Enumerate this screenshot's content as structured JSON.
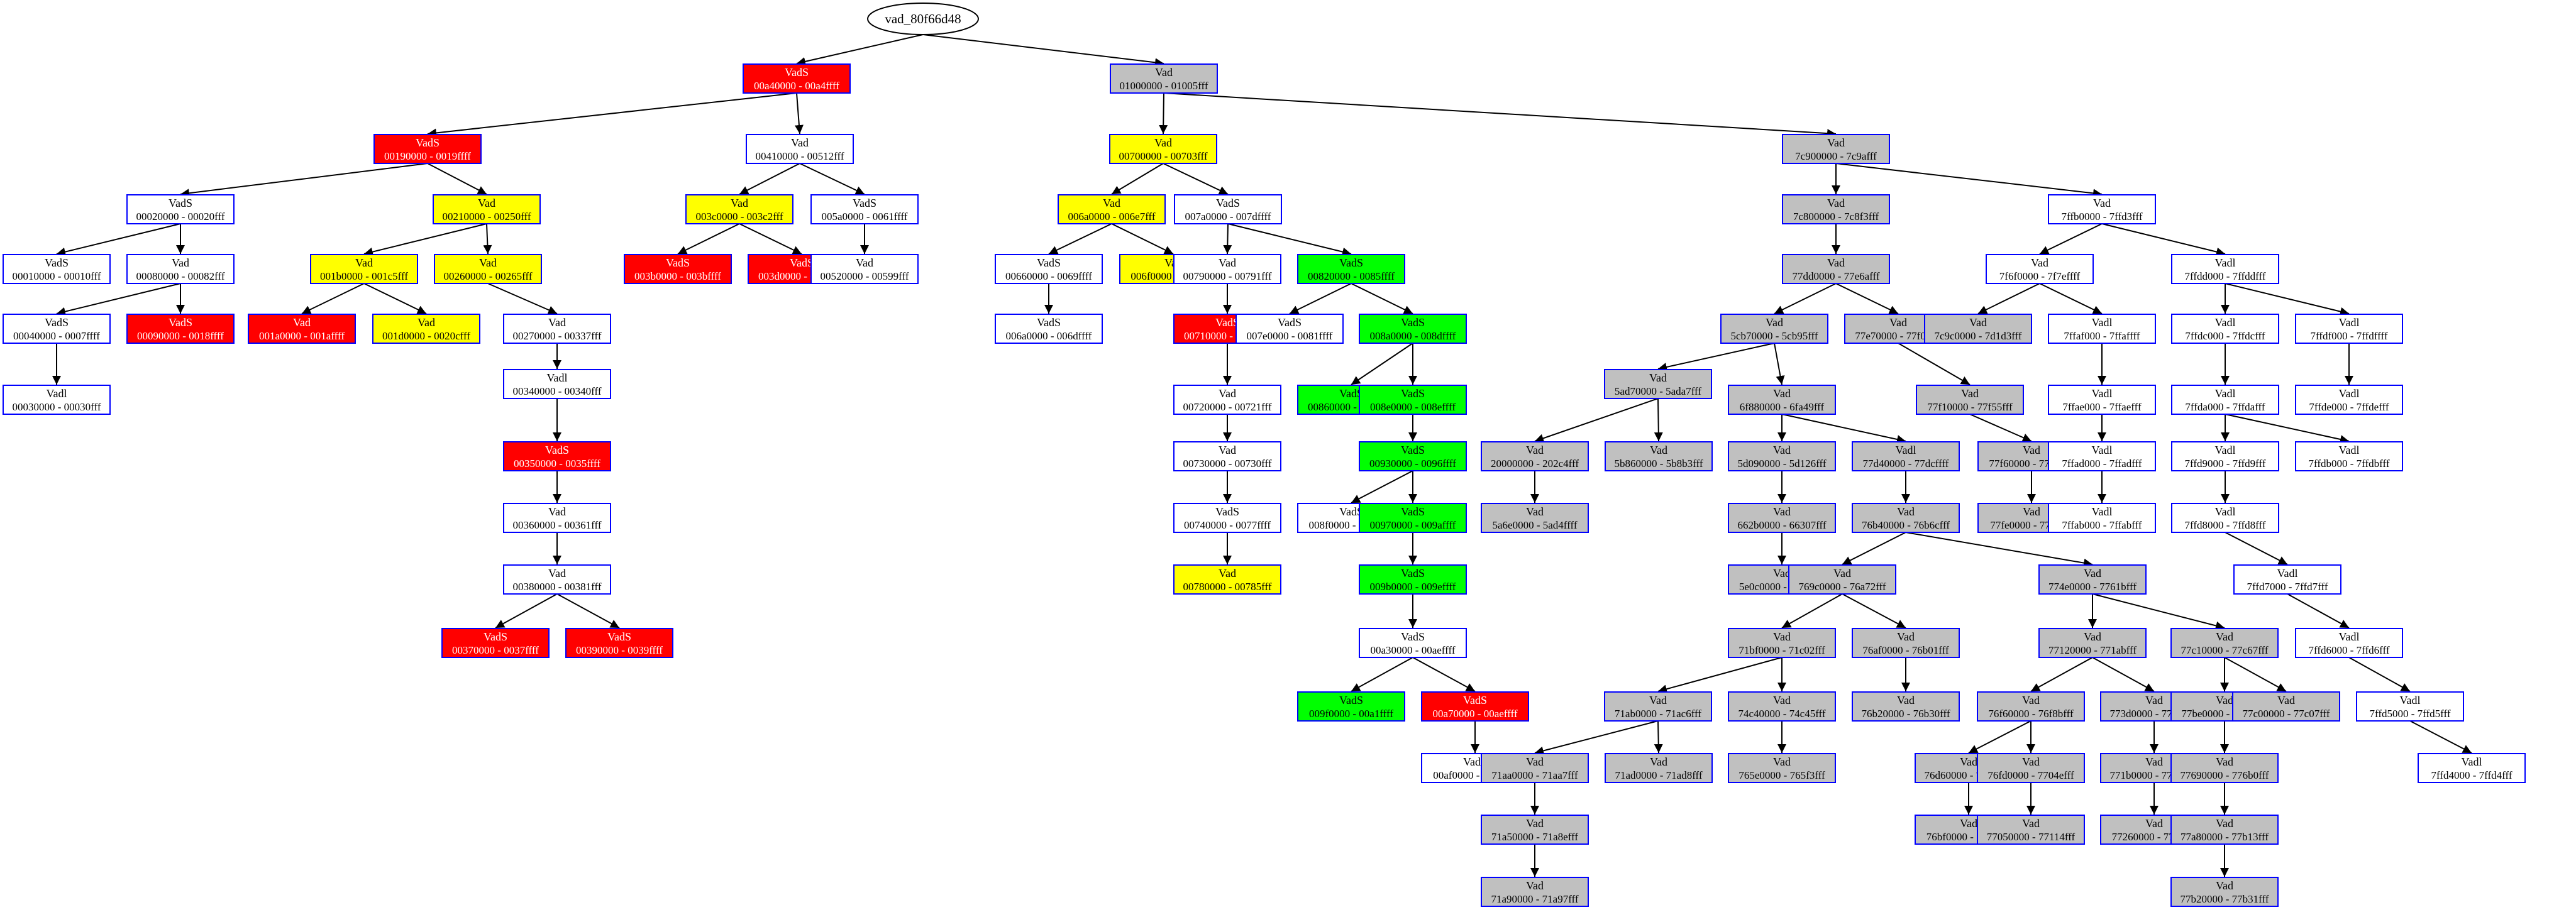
{
  "root": {
    "label": "vad_80f66d48"
  },
  "colors": {
    "border": "#0000ff",
    "edge": "#000000",
    "red": "#ff0000",
    "yellow": "#ffff00",
    "green": "#00ff00",
    "gray": "#c0c0c0",
    "white": "#ffffff"
  },
  "nodes": [
    {
      "id": "n1",
      "type": "VadS",
      "range": "00a40000 - 00a4ffff",
      "fill": "red",
      "parent": "root"
    },
    {
      "id": "n2",
      "type": "Vad",
      "range": "01000000 - 01005fff",
      "fill": "gray",
      "parent": "root"
    },
    {
      "id": "n3",
      "type": "VadS",
      "range": "00190000 - 0019ffff",
      "fill": "red",
      "parent": "n1"
    },
    {
      "id": "n4",
      "type": "Vad",
      "range": "00410000 - 00512fff",
      "fill": "white",
      "parent": "n1"
    },
    {
      "id": "n5",
      "type": "VadS",
      "range": "00020000 - 00020fff",
      "fill": "white",
      "parent": "n3"
    },
    {
      "id": "n6",
      "type": "Vad",
      "range": "00210000 - 00250fff",
      "fill": "yellow",
      "parent": "n3"
    },
    {
      "id": "n7",
      "type": "VadS",
      "range": "00010000 - 00010fff",
      "fill": "white",
      "parent": "n5"
    },
    {
      "id": "n8",
      "type": "Vad",
      "range": "00080000 - 00082fff",
      "fill": "white",
      "parent": "n5"
    },
    {
      "id": "n9",
      "type": "VadS",
      "range": "00040000 - 0007ffff",
      "fill": "white",
      "parent": "n8"
    },
    {
      "id": "n10",
      "type": "VadS",
      "range": "00090000 - 0018ffff",
      "fill": "red",
      "parent": "n8"
    },
    {
      "id": "n11",
      "type": "Vadl",
      "range": "00030000 - 00030fff",
      "fill": "white",
      "parent": "n9"
    },
    {
      "id": "n12",
      "type": "Vad",
      "range": "001b0000 - 001c5fff",
      "fill": "yellow",
      "parent": "n6"
    },
    {
      "id": "n13",
      "type": "Vad",
      "range": "00260000 - 00265fff",
      "fill": "yellow",
      "parent": "n6"
    },
    {
      "id": "n14",
      "type": "Vad",
      "range": "001a0000 - 001affff",
      "fill": "red",
      "parent": "n12"
    },
    {
      "id": "n15",
      "type": "Vad",
      "range": "001d0000 - 0020cfff",
      "fill": "yellow",
      "parent": "n12"
    },
    {
      "id": "n16",
      "type": "Vad",
      "range": "00270000 - 00337fff",
      "fill": "white",
      "parent": "n13"
    },
    {
      "id": "n17",
      "type": "Vadl",
      "range": "00340000 - 00340fff",
      "fill": "white",
      "parent": "n16"
    },
    {
      "id": "n18",
      "type": "VadS",
      "range": "00350000 - 0035ffff",
      "fill": "red",
      "parent": "n17"
    },
    {
      "id": "n19",
      "type": "Vad",
      "range": "00360000 - 00361fff",
      "fill": "white",
      "parent": "n18"
    },
    {
      "id": "n20",
      "type": "Vad",
      "range": "00380000 - 00381fff",
      "fill": "white",
      "parent": "n19"
    },
    {
      "id": "n21",
      "type": "VadS",
      "range": "00370000 - 0037ffff",
      "fill": "red",
      "parent": "n20"
    },
    {
      "id": "n22",
      "type": "VadS",
      "range": "00390000 - 0039ffff",
      "fill": "red",
      "parent": "n20"
    },
    {
      "id": "n23",
      "type": "Vad",
      "range": "003c0000 - 003c2fff",
      "fill": "yellow",
      "parent": "n4"
    },
    {
      "id": "n24",
      "type": "VadS",
      "range": "005a0000 - 0061ffff",
      "fill": "white",
      "parent": "n4"
    },
    {
      "id": "n25",
      "type": "VadS",
      "range": "003b0000 - 003bffff",
      "fill": "red",
      "parent": "n23"
    },
    {
      "id": "n26",
      "type": "VadS",
      "range": "003d0000 - 0040ffff",
      "fill": "red",
      "parent": "n23"
    },
    {
      "id": "n27",
      "type": "Vad",
      "range": "00520000 - 00599fff",
      "fill": "white",
      "parent": "n24"
    },
    {
      "id": "n28",
      "type": "Vad",
      "range": "00700000 - 00703fff",
      "fill": "yellow",
      "parent": "n2"
    },
    {
      "id": "n29",
      "type": "Vad",
      "range": "7c900000 - 7c9afff",
      "fill": "gray",
      "parent": "n2"
    },
    {
      "id": "n30",
      "type": "Vad",
      "range": "006a0000 - 006e7fff",
      "fill": "yellow",
      "parent": "n28"
    },
    {
      "id": "n31",
      "type": "VadS",
      "range": "007a0000 - 007dffff",
      "fill": "white",
      "parent": "n28"
    },
    {
      "id": "n32",
      "type": "VadS",
      "range": "00660000 - 0069ffff",
      "fill": "white",
      "parent": "n30"
    },
    {
      "id": "n33",
      "type": "Vad",
      "range": "006f0000 - 006f3fff",
      "fill": "yellow",
      "parent": "n30"
    },
    {
      "id": "n34",
      "type": "VadS",
      "range": "006a0000 - 006dffff",
      "fill": "white",
      "parent": "n32"
    },
    {
      "id": "n35",
      "type": "Vad",
      "range": "00790000 - 00791fff",
      "fill": "white",
      "parent": "n31"
    },
    {
      "id": "n36",
      "type": "VadS",
      "range": "00820000 - 0085ffff",
      "fill": "green",
      "parent": "n31"
    },
    {
      "id": "n37",
      "type": "VadS",
      "range": "00710000 - 0071ffff",
      "fill": "red",
      "parent": "n35"
    },
    {
      "id": "n38",
      "type": "Vad",
      "range": "00720000 - 00721fff",
      "fill": "white",
      "parent": "n37"
    },
    {
      "id": "n39",
      "type": "Vad",
      "range": "00730000 - 00730fff",
      "fill": "white",
      "parent": "n38"
    },
    {
      "id": "n40",
      "type": "VadS",
      "range": "00740000 - 0077ffff",
      "fill": "white",
      "parent": "n39"
    },
    {
      "id": "n41",
      "type": "Vad",
      "range": "00780000 - 00785fff",
      "fill": "yellow",
      "parent": "n40"
    },
    {
      "id": "n42",
      "type": "VadS",
      "range": "007e0000 - 0081ffff",
      "fill": "white",
      "parent": "n36"
    },
    {
      "id": "n43",
      "type": "VadS",
      "range": "008a0000 - 008dffff",
      "fill": "green",
      "parent": "n36"
    },
    {
      "id": "n44",
      "type": "VadS",
      "range": "00860000 - 0089ffff",
      "fill": "green",
      "parent": "n43"
    },
    {
      "id": "n45",
      "type": "VadS",
      "range": "008e0000 - 008effff",
      "fill": "green",
      "parent": "n43"
    },
    {
      "id": "n46",
      "type": "VadS",
      "range": "00930000 - 0096ffff",
      "fill": "green",
      "parent": "n45"
    },
    {
      "id": "n47",
      "type": "VadS",
      "range": "008f0000 - 0092ffff",
      "fill": "white",
      "parent": "n46"
    },
    {
      "id": "n48",
      "type": "VadS",
      "range": "00970000 - 009affff",
      "fill": "green",
      "parent": "n46"
    },
    {
      "id": "n49",
      "type": "VadS",
      "range": "009b0000 - 009effff",
      "fill": "green",
      "parent": "n48"
    },
    {
      "id": "n50",
      "type": "VadS",
      "range": "00a30000 - 00aeffff",
      "fill": "white",
      "parent": "n49"
    },
    {
      "id": "n51",
      "type": "VadS",
      "range": "009f0000 - 00a1ffff",
      "fill": "green",
      "parent": "n50"
    },
    {
      "id": "n52",
      "type": "VadS",
      "range": "00a70000 - 00aeffff",
      "fill": "red",
      "parent": "n50"
    },
    {
      "id": "n53",
      "type": "VadS",
      "range": "00af0000 - 00af0fff",
      "fill": "white",
      "parent": "n52"
    },
    {
      "id": "n54",
      "type": "Vad",
      "range": "7c800000 - 7c8f3fff",
      "fill": "gray",
      "parent": "n29"
    },
    {
      "id": "n55",
      "type": "Vad",
      "range": "7ffb0000 - 7ffd3fff",
      "fill": "white",
      "parent": "n29"
    },
    {
      "id": "n56",
      "type": "Vad",
      "range": "77dd0000 - 77e6afff",
      "fill": "gray",
      "parent": "n54"
    },
    {
      "id": "n57",
      "type": "Vad",
      "range": "5cb70000 - 5cb95fff",
      "fill": "gray",
      "parent": "n56"
    },
    {
      "id": "n58",
      "type": "Vad",
      "range": "77e70000 - 77f00fff",
      "fill": "gray",
      "parent": "n56"
    },
    {
      "id": "n59",
      "type": "Vad",
      "range": "5ad70000 - 5ada7fff",
      "fill": "gray",
      "parent": "n57"
    },
    {
      "id": "n60",
      "type": "Vad",
      "range": "6f880000 - 6fa49fff",
      "fill": "gray",
      "parent": "n57"
    },
    {
      "id": "n61",
      "type": "Vad",
      "range": "20000000 - 202c4fff",
      "fill": "gray",
      "parent": "n59"
    },
    {
      "id": "n62",
      "type": "Vad",
      "range": "5b860000 - 5b8b3fff",
      "fill": "gray",
      "parent": "n59"
    },
    {
      "id": "n63",
      "type": "Vad",
      "range": "5a6e0000 - 5ad4ffff",
      "fill": "gray",
      "parent": "n61"
    },
    {
      "id": "n64",
      "type": "Vad",
      "range": "5d090000 - 5d126fff",
      "fill": "gray",
      "parent": "n60"
    },
    {
      "id": "n65",
      "type": "Vadl",
      "range": "77d40000 - 77dcffff",
      "fill": "gray",
      "parent": "n60"
    },
    {
      "id": "n66",
      "type": "Vad",
      "range": "662b0000 - 66307fff",
      "fill": "gray",
      "parent": "n64"
    },
    {
      "id": "n67",
      "type": "Vad",
      "range": "5e0c0000 - 5e0ccfff",
      "fill": "gray",
      "parent": "n66"
    },
    {
      "id": "n68",
      "type": "Vad",
      "range": "76b40000 - 76b6cfff",
      "fill": "gray",
      "parent": "n65"
    },
    {
      "id": "n69",
      "type": "Vad",
      "range": "769c0000 - 76a72fff",
      "fill": "gray",
      "parent": "n68"
    },
    {
      "id": "n70",
      "type": "Vad",
      "range": "774e0000 - 7761bfff",
      "fill": "gray",
      "parent": "n68"
    },
    {
      "id": "n71",
      "type": "Vad",
      "range": "71bf0000 - 71c02fff",
      "fill": "gray",
      "parent": "n69"
    },
    {
      "id": "n72",
      "type": "Vad",
      "range": "76af0000 - 76b01fff",
      "fill": "gray",
      "parent": "n69"
    },
    {
      "id": "n73",
      "type": "Vad",
      "range": "71ab0000 - 71ac6fff",
      "fill": "gray",
      "parent": "n71"
    },
    {
      "id": "n74",
      "type": "Vad",
      "range": "74c40000 - 74c45fff",
      "fill": "gray",
      "parent": "n71"
    },
    {
      "id": "n75",
      "type": "Vad",
      "range": "71aa0000 - 71aa7fff",
      "fill": "gray",
      "parent": "n73"
    },
    {
      "id": "n76",
      "type": "Vad",
      "range": "71ad0000 - 71ad8fff",
      "fill": "gray",
      "parent": "n73"
    },
    {
      "id": "n77",
      "type": "Vad",
      "range": "71a50000 - 71a8efff",
      "fill": "gray",
      "parent": "n75"
    },
    {
      "id": "n78",
      "type": "Vad",
      "range": "71a90000 - 71a97fff",
      "fill": "gray",
      "parent": "n77"
    },
    {
      "id": "n79",
      "type": "Vad",
      "range": "765e0000 - 765f3fff",
      "fill": "gray",
      "parent": "n74"
    },
    {
      "id": "n80",
      "type": "Vad",
      "range": "76b20000 - 76b30fff",
      "fill": "gray",
      "parent": "n72"
    },
    {
      "id": "n81",
      "type": "Vad",
      "range": "77120000 - 771abfff",
      "fill": "gray",
      "parent": "n70"
    },
    {
      "id": "n82",
      "type": "Vad",
      "range": "77c10000 - 77c67fff",
      "fill": "gray",
      "parent": "n70"
    },
    {
      "id": "n83",
      "type": "Vad",
      "range": "76f60000 - 76f8bfff",
      "fill": "gray",
      "parent": "n81"
    },
    {
      "id": "n84",
      "type": "Vad",
      "range": "773d0000 - 774d1fff",
      "fill": "gray",
      "parent": "n81"
    },
    {
      "id": "n85",
      "type": "Vad",
      "range": "76d60000 - 76d78fff",
      "fill": "gray",
      "parent": "n83"
    },
    {
      "id": "n86",
      "type": "Vad",
      "range": "76fd0000 - 7704efff",
      "fill": "gray",
      "parent": "n83"
    },
    {
      "id": "n87",
      "type": "Vad",
      "range": "76bf0000 - 76bfafff",
      "fill": "gray",
      "parent": "n85"
    },
    {
      "id": "n88",
      "type": "Vad",
      "range": "77050000 - 77114fff",
      "fill": "gray",
      "parent": "n86"
    },
    {
      "id": "n89",
      "type": "Vad",
      "range": "771b0000 - 77255fff",
      "fill": "gray",
      "parent": "n84"
    },
    {
      "id": "n90",
      "type": "Vad",
      "range": "77260000 - 772fffff",
      "fill": "gray",
      "parent": "n89"
    },
    {
      "id": "n91",
      "type": "Vad",
      "range": "77be0000 - 77bf4fff",
      "fill": "gray",
      "parent": "n82"
    },
    {
      "id": "n92",
      "type": "Vad",
      "range": "77c00000 - 77c07fff",
      "fill": "gray",
      "parent": "n82"
    },
    {
      "id": "n93",
      "type": "Vad",
      "range": "77690000 - 776b0fff",
      "fill": "gray",
      "parent": "n91"
    },
    {
      "id": "n94",
      "type": "Vad",
      "range": "77a80000 - 77b13fff",
      "fill": "gray",
      "parent": "n93"
    },
    {
      "id": "n95",
      "type": "Vad",
      "range": "77b20000 - 77b31fff",
      "fill": "gray",
      "parent": "n94"
    },
    {
      "id": "n96",
      "type": "Vad",
      "range": "77f10000 - 77f55fff",
      "fill": "gray",
      "parent": "n58"
    },
    {
      "id": "n97",
      "type": "Vad",
      "range": "77f60000 - 77fd5fff",
      "fill": "gray",
      "parent": "n96"
    },
    {
      "id": "n98",
      "type": "Vad",
      "range": "77fe0000 - 77ff0fff",
      "fill": "gray",
      "parent": "n97"
    },
    {
      "id": "n99",
      "type": "Vad",
      "range": "7f6f0000 - 7f7effff",
      "fill": "white",
      "parent": "n55"
    },
    {
      "id": "n100",
      "type": "Vadl",
      "range": "7ffdd000 - 7ffddfff",
      "fill": "white",
      "parent": "n55"
    },
    {
      "id": "n101",
      "type": "Vad",
      "range": "7c9c0000 - 7d1d3fff",
      "fill": "gray",
      "parent": "n99"
    },
    {
      "id": "n102",
      "type": "Vadl",
      "range": "7ffaf000 - 7ffaffff",
      "fill": "white",
      "parent": "n99"
    },
    {
      "id": "n103",
      "type": "Vadl",
      "range": "7ffae000 - 7ffaefff",
      "fill": "white",
      "parent": "n102"
    },
    {
      "id": "n104",
      "type": "Vadl",
      "range": "7ffad000 - 7ffadfff",
      "fill": "white",
      "parent": "n103"
    },
    {
      "id": "n105",
      "type": "Vadl",
      "range": "7ffab000 - 7ffabfff",
      "fill": "white",
      "parent": "n104"
    },
    {
      "id": "n106",
      "type": "Vadl",
      "range": "7ffdc000 - 7ffdcfff",
      "fill": "white",
      "parent": "n100"
    },
    {
      "id": "n107",
      "type": "Vadl",
      "range": "7ffdf000 - 7ffdffff",
      "fill": "white",
      "parent": "n100"
    },
    {
      "id": "n108",
      "type": "Vadl",
      "range": "7ffda000 - 7ffdafff",
      "fill": "white",
      "parent": "n106"
    },
    {
      "id": "n109",
      "type": "Vadl",
      "range": "7ffd9000 - 7ffd9fff",
      "fill": "white",
      "parent": "n108"
    },
    {
      "id": "n110",
      "type": "Vadl",
      "range": "7ffdb000 - 7ffdbfff",
      "fill": "white",
      "parent": "n108"
    },
    {
      "id": "n111",
      "type": "Vadl",
      "range": "7ffd8000 - 7ffd8fff",
      "fill": "white",
      "parent": "n109"
    },
    {
      "id": "n112",
      "type": "Vadl",
      "range": "7ffd7000 - 7ffd7fff",
      "fill": "white",
      "parent": "n111"
    },
    {
      "id": "n113",
      "type": "Vadl",
      "range": "7ffd6000 - 7ffd6fff",
      "fill": "white",
      "parent": "n112"
    },
    {
      "id": "n114",
      "type": "Vadl",
      "range": "7ffd5000 - 7ffd5fff",
      "fill": "white",
      "parent": "n113"
    },
    {
      "id": "n115",
      "type": "Vadl",
      "range": "7ffd4000 - 7ffd4fff",
      "fill": "white",
      "parent": "n114"
    },
    {
      "id": "n116",
      "type": "Vadl",
      "range": "7ffde000 - 7ffdefff",
      "fill": "white",
      "parent": "n107"
    }
  ]
}
